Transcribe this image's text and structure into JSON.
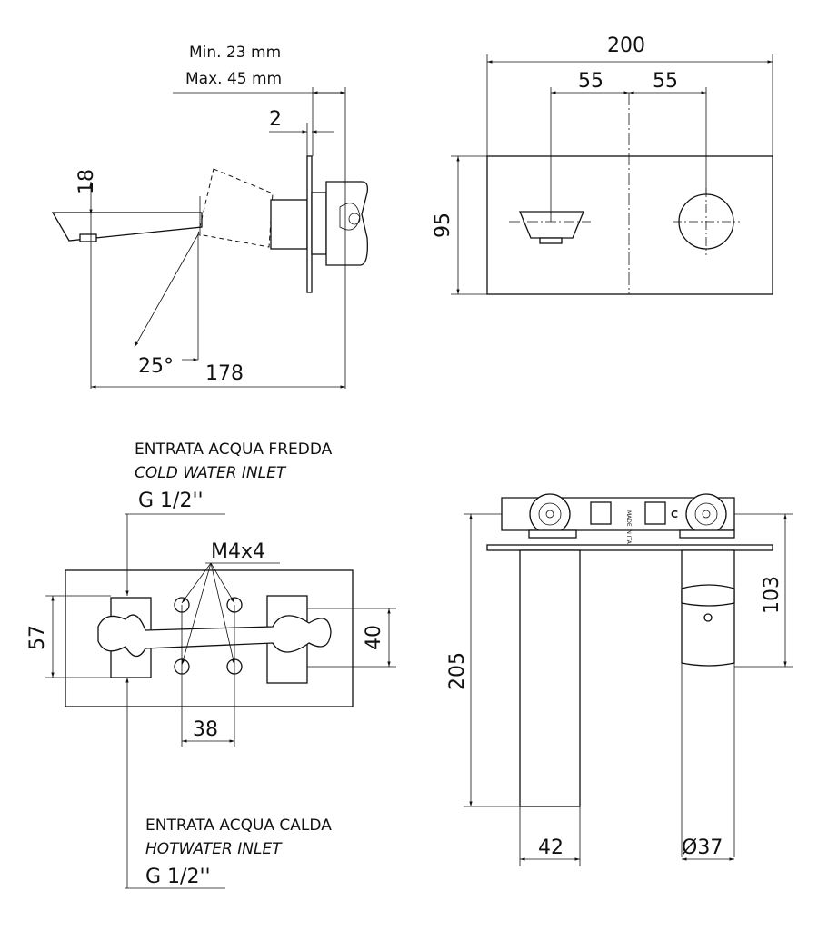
{
  "side_view": {
    "thickness_min": "Min. 23 mm",
    "thickness_max": "Max. 45 mm",
    "plate_thickness": "2",
    "spout_height": "18",
    "angle": "25°",
    "length": "178"
  },
  "front_view": {
    "width": "200",
    "spacing_left": "55",
    "spacing_right": "55",
    "height": "95"
  },
  "back_view": {
    "cold_inlet_it": "ENTRATA ACQUA FREDDA",
    "cold_inlet_en": "COLD WATER INLET",
    "cold_inlet_thread": "G 1/2''",
    "screw_size": "M4x4",
    "plate_height": "57",
    "body_height": "40",
    "screw_spacing": "38",
    "hot_inlet_it": "ENTRATA ACQUA CALDA",
    "hot_inlet_en": "HOTWATER INLET",
    "hot_inlet_thread": "G 1/2''"
  },
  "bottom_view": {
    "total_depth": "205",
    "handle_depth": "103",
    "spout_width": "42",
    "handle_diameter": "Ø37",
    "body_marking": "MADE IN ITALY",
    "cold_mark": "C"
  }
}
